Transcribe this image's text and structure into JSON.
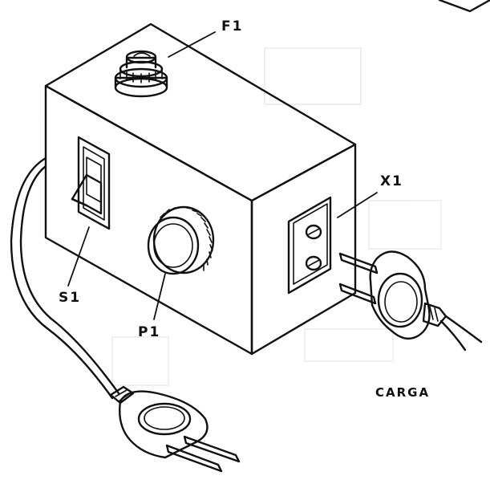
{
  "labels": {
    "fuse": "F1",
    "switch": "S1",
    "potentiometer": "P1",
    "outlet": "X1",
    "load": "CARGA"
  },
  "colors": {
    "ink": "#111111",
    "paper": "#ffffff",
    "shade": "#d9d9d9",
    "background_noise": "#e6e6e6"
  }
}
